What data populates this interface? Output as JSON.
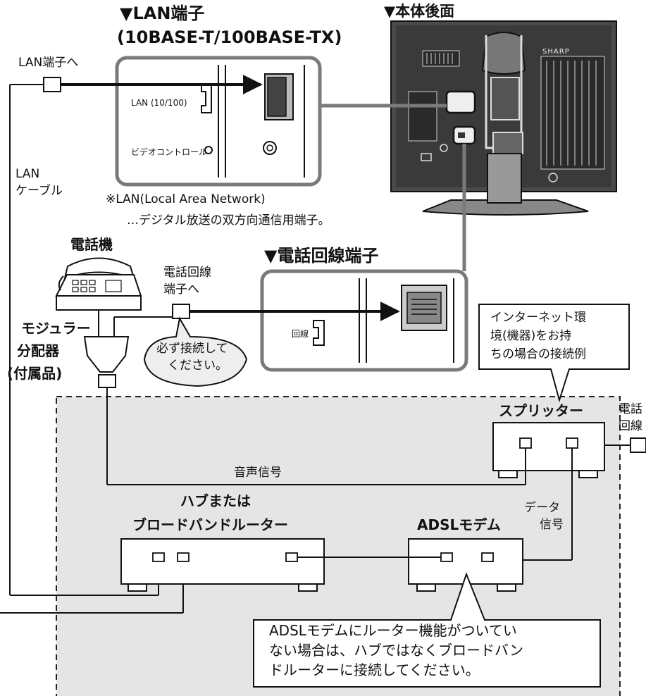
{
  "header_lan": {
    "title": "▼LAN端子",
    "subtitle": "(10BASE-T/100BASE-TX)"
  },
  "header_rear": "▼本体後面",
  "header_phone": "▼電話回線端子",
  "lan_panel": {
    "lan_port_label": "LAN (10/100)",
    "video_control_label": "ビデオコントロール"
  },
  "phone_panel": {
    "port_label": "回線"
  },
  "tv_brand": "SHARP",
  "labels": {
    "to_lan_port": "LAN端子へ",
    "lan_cable": [
      "LAN",
      "ケーブル"
    ],
    "lan_note": "※LAN(Local Area Network)",
    "lan_note_detail": "…デジタル放送の双方向通信用端子。",
    "telephone": "電話機",
    "to_phone_line": [
      "電話回線",
      "端子へ"
    ],
    "modular_splitter": [
      "モジュラー",
      "分配器",
      "(付属品)"
    ],
    "must_connect": [
      "必ず接続して",
      "ください。"
    ],
    "internet_example": [
      "インターネット環",
      "境(機器)をお持",
      "ちの場合の接続例"
    ],
    "splitter": "スプリッター",
    "phone_line_right": [
      "電話",
      "回線"
    ],
    "voice_signal": "音声信号",
    "hub_router": [
      "ハブまたは",
      "ブロードバンドルーター"
    ],
    "adsl_modem": "ADSLモデム",
    "data_signal": [
      "データ",
      "信号"
    ],
    "adsl_note": [
      "ADSLモデムにルーター機能がついてい",
      "ない場合は、ハブではなくブロードバン",
      "ドルーターに接続してください。"
    ]
  },
  "colors": {
    "dashed_area": "#e5e5e5",
    "callout_border": "#7a7a7a",
    "line": "#111111",
    "tv_dark": "#3a3a3a"
  }
}
